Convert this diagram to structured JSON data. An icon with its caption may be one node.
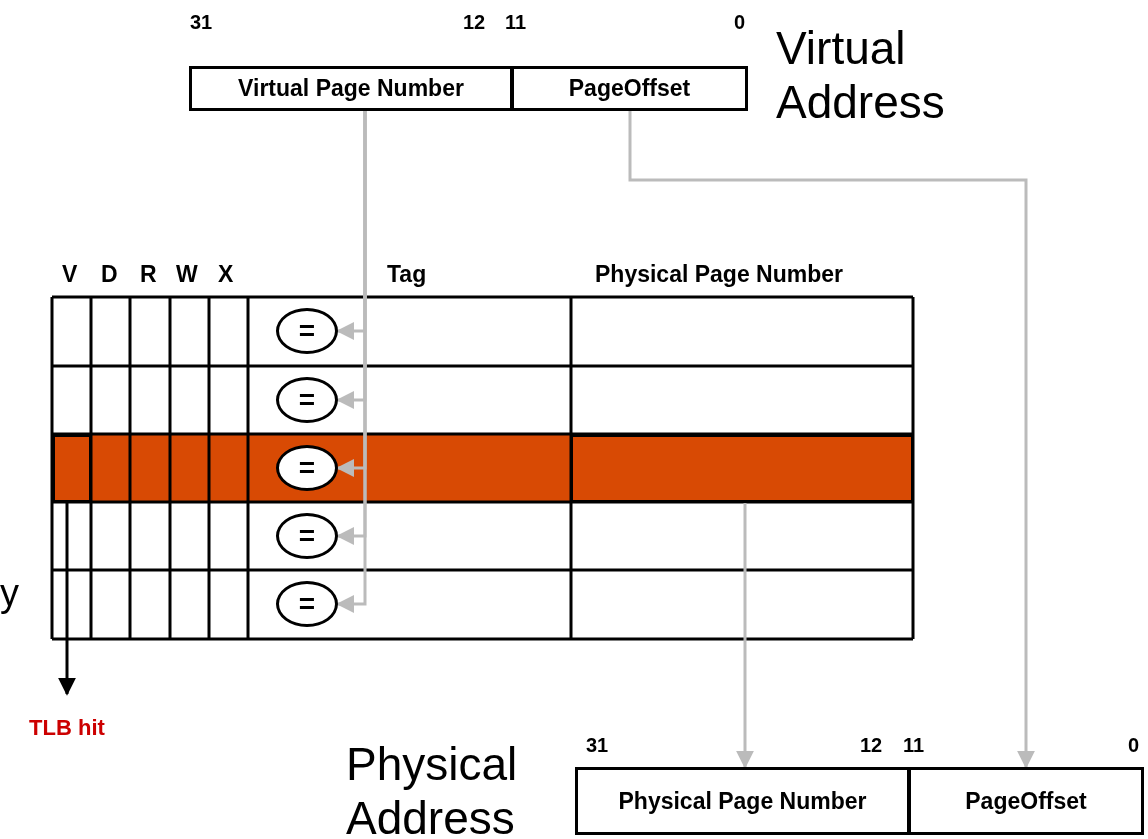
{
  "diagram": {
    "nodes": [
      {
        "text": [
          "Virtual Page Number"
        ]
      },
      {
        "text": [
          "PageOffset"
        ]
      },
      {
        "text": [
          "="
        ]
      },
      {
        "text": [
          "="
        ]
      },
      {
        "text": [
          "="
        ]
      },
      {
        "text": [
          "="
        ]
      },
      {
        "text": [
          "="
        ]
      },
      {
        "text": [],
        "shape": "box"
      },
      {
        "text": [],
        "shape": "box"
      },
      {
        "text": [
          "TLB hit"
        ]
      },
      {
        "text": [
          "Physical Page Number"
        ]
      },
      {
        "text": [
          "PageOffset"
        ]
      }
    ],
    "edges": [
      {
        "from": 0,
        "to": 2,
        "arrow": "to"
      },
      {
        "from": 0,
        "to": 3,
        "arrow": "to"
      },
      {
        "from": 0,
        "to": 4,
        "arrow": "to"
      },
      {
        "from": 0,
        "to": 5,
        "arrow": "to"
      },
      {
        "from": 0,
        "to": 6,
        "arrow": "to"
      },
      {
        "from": 1,
        "to": 11,
        "arrow": "to"
      },
      {
        "from": 8,
        "to": 10,
        "arrow": "to"
      },
      {
        "from": 7,
        "to": 9,
        "arrow": "to",
        "color": "#000000"
      }
    ],
    "labels": [
      "31",
      "12",
      "11",
      "0",
      "Virtual Address",
      "V",
      "D",
      "R",
      "W",
      "X",
      "Tag",
      "Physical Page Number",
      "y",
      "31",
      "12",
      "11",
      "0",
      "Physical Address"
    ]
  }
}
